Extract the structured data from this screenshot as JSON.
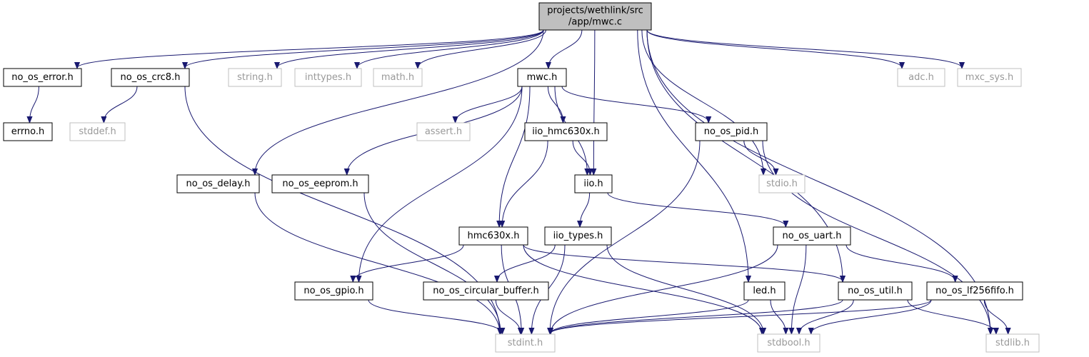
{
  "colors": {
    "edge": "#191970",
    "root_fill": "#bfbfbf",
    "node_border": "#000000",
    "missing_border": "#bfbfbf",
    "missing_text": "#999999",
    "text": "#000000"
  },
  "nodes": [
    {
      "id": "root",
      "lines": [
        "projects/wethlink/src",
        "/app/mwc.c"
      ],
      "kind": "root"
    },
    {
      "id": "no_os_error_h",
      "lines": [
        "no_os_error.h"
      ],
      "kind": "file"
    },
    {
      "id": "errno_h",
      "lines": [
        "errno.h"
      ],
      "kind": "file"
    },
    {
      "id": "no_os_crc8_h",
      "lines": [
        "no_os_crc8.h"
      ],
      "kind": "file"
    },
    {
      "id": "stddef_h",
      "lines": [
        "stddef.h"
      ],
      "kind": "missing"
    },
    {
      "id": "string_h",
      "lines": [
        "string.h"
      ],
      "kind": "missing"
    },
    {
      "id": "inttypes_h",
      "lines": [
        "inttypes.h"
      ],
      "kind": "missing"
    },
    {
      "id": "math_h",
      "lines": [
        "math.h"
      ],
      "kind": "missing"
    },
    {
      "id": "mwc_h",
      "lines": [
        "mwc.h"
      ],
      "kind": "file"
    },
    {
      "id": "adc_h",
      "lines": [
        "adc.h"
      ],
      "kind": "missing"
    },
    {
      "id": "mxc_sys_h",
      "lines": [
        "mxc_sys.h"
      ],
      "kind": "missing"
    },
    {
      "id": "assert_h",
      "lines": [
        "assert.h"
      ],
      "kind": "missing"
    },
    {
      "id": "iio_hmc630x_h",
      "lines": [
        "iio_hmc630x.h"
      ],
      "kind": "file"
    },
    {
      "id": "no_os_pid_h",
      "lines": [
        "no_os_pid.h"
      ],
      "kind": "file"
    },
    {
      "id": "no_os_delay_h",
      "lines": [
        "no_os_delay.h"
      ],
      "kind": "file"
    },
    {
      "id": "no_os_eeprom_h",
      "lines": [
        "no_os_eeprom.h"
      ],
      "kind": "file"
    },
    {
      "id": "iio_h",
      "lines": [
        "iio.h"
      ],
      "kind": "file"
    },
    {
      "id": "stdio_h",
      "lines": [
        "stdio.h"
      ],
      "kind": "missing"
    },
    {
      "id": "hmc630x_h",
      "lines": [
        "hmc630x.h"
      ],
      "kind": "file"
    },
    {
      "id": "iio_types_h",
      "lines": [
        "iio_types.h"
      ],
      "kind": "file"
    },
    {
      "id": "no_os_uart_h",
      "lines": [
        "no_os_uart.h"
      ],
      "kind": "file"
    },
    {
      "id": "no_os_gpio_h",
      "lines": [
        "no_os_gpio.h"
      ],
      "kind": "file"
    },
    {
      "id": "no_os_circular_buffer_h",
      "lines": [
        "no_os_circular_buffer.h"
      ],
      "kind": "file"
    },
    {
      "id": "led_h",
      "lines": [
        "led.h"
      ],
      "kind": "file"
    },
    {
      "id": "no_os_util_h",
      "lines": [
        "no_os_util.h"
      ],
      "kind": "file"
    },
    {
      "id": "no_os_lf256fifo_h",
      "lines": [
        "no_os_lf256fifo.h"
      ],
      "kind": "file"
    },
    {
      "id": "stdint_h",
      "lines": [
        "stdint.h"
      ],
      "kind": "missing"
    },
    {
      "id": "stdbool_h",
      "lines": [
        "stdbool.h"
      ],
      "kind": "missing"
    },
    {
      "id": "stdlib_h",
      "lines": [
        "stdlib.h"
      ],
      "kind": "missing"
    }
  ],
  "edges": [
    [
      "root",
      "no_os_error_h"
    ],
    [
      "root",
      "no_os_crc8_h"
    ],
    [
      "root",
      "string_h"
    ],
    [
      "root",
      "inttypes_h"
    ],
    [
      "root",
      "math_h"
    ],
    [
      "root",
      "mwc_h"
    ],
    [
      "root",
      "no_os_delay_h"
    ],
    [
      "root",
      "iio_h"
    ],
    [
      "root",
      "stdio_h"
    ],
    [
      "root",
      "led_h"
    ],
    [
      "root",
      "no_os_util_h"
    ],
    [
      "root",
      "adc_h"
    ],
    [
      "root",
      "mxc_sys_h"
    ],
    [
      "root",
      "stdlib_h"
    ],
    [
      "no_os_error_h",
      "errno_h"
    ],
    [
      "no_os_crc8_h",
      "stddef_h"
    ],
    [
      "no_os_crc8_h",
      "stdint_h"
    ],
    [
      "mwc_h",
      "no_os_eeprom_h"
    ],
    [
      "mwc_h",
      "no_os_gpio_h"
    ],
    [
      "mwc_h",
      "hmc630x_h"
    ],
    [
      "mwc_h",
      "assert_h"
    ],
    [
      "mwc_h",
      "iio_hmc630x_h"
    ],
    [
      "mwc_h",
      "iio_h"
    ],
    [
      "mwc_h",
      "no_os_pid_h"
    ],
    [
      "iio_hmc630x_h",
      "iio_h"
    ],
    [
      "iio_hmc630x_h",
      "hmc630x_h"
    ],
    [
      "no_os_pid_h",
      "stdio_h"
    ],
    [
      "no_os_pid_h",
      "stdint_h"
    ],
    [
      "no_os_pid_h",
      "stdlib_h"
    ],
    [
      "no_os_delay_h",
      "stdint_h"
    ],
    [
      "no_os_eeprom_h",
      "stdint_h"
    ],
    [
      "iio_h",
      "iio_types_h"
    ],
    [
      "iio_h",
      "no_os_uart_h"
    ],
    [
      "hmc630x_h",
      "no_os_gpio_h"
    ],
    [
      "hmc630x_h",
      "stdint_h"
    ],
    [
      "hmc630x_h",
      "stdbool_h"
    ],
    [
      "hmc630x_h",
      "no_os_util_h"
    ],
    [
      "iio_types_h",
      "no_os_circular_buffer_h"
    ],
    [
      "iio_types_h",
      "stdint_h"
    ],
    [
      "iio_types_h",
      "stdbool_h"
    ],
    [
      "no_os_uart_h",
      "stdint_h"
    ],
    [
      "no_os_uart_h",
      "stdbool_h"
    ],
    [
      "no_os_uart_h",
      "no_os_lf256fifo_h"
    ],
    [
      "no_os_gpio_h",
      "stdint_h"
    ],
    [
      "no_os_circular_buffer_h",
      "stdint_h"
    ],
    [
      "led_h",
      "stdint_h"
    ],
    [
      "led_h",
      "stdbool_h"
    ],
    [
      "no_os_util_h",
      "stdint_h"
    ],
    [
      "no_os_util_h",
      "stdbool_h"
    ],
    [
      "no_os_util_h",
      "stdlib_h"
    ],
    [
      "no_os_lf256fifo_h",
      "stdint_h"
    ],
    [
      "no_os_lf256fifo_h",
      "stdbool_h"
    ],
    [
      "no_os_lf256fifo_h",
      "stdlib_h"
    ]
  ]
}
